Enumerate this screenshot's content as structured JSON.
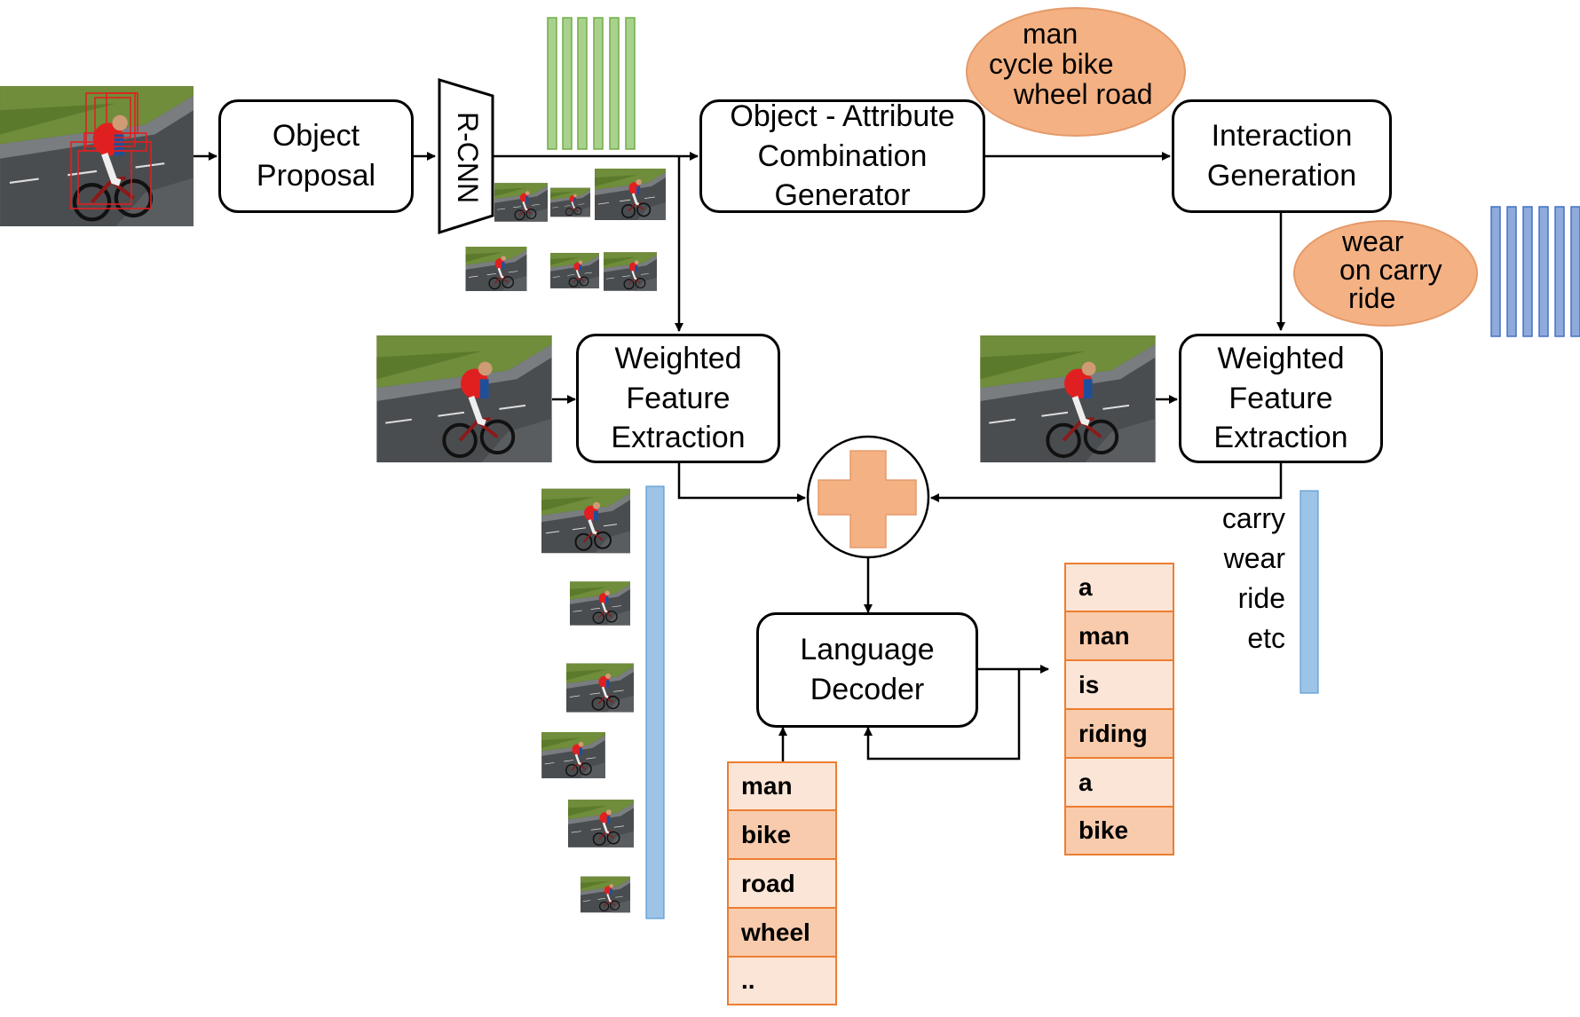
{
  "nodes": {
    "rcnn_label": "R-CNN",
    "object_proposal": "Object\nProposal",
    "combination_generator": "Object - Attribute\nCombination\nGenerator",
    "interaction_generation": "Interaction\nGeneration",
    "weighted_feature_extraction_left": "Weighted\nFeature\nExtraction",
    "weighted_feature_extraction_right": "Weighted\nFeature\nExtraction",
    "language_decoder": "Language\nDecoder"
  },
  "attribute_blob": {
    "line1": "man",
    "line2": "cycle bike",
    "line3": "wheel  road"
  },
  "interaction_blob": {
    "line1": "wear",
    "line2": "on  carry",
    "line3": "ride"
  },
  "interaction_list": [
    "carry",
    "wear",
    "ride",
    "etc"
  ],
  "input_tokens": [
    "man",
    "bike",
    "road",
    "wheel",
    ".."
  ],
  "output_tokens": [
    "a",
    "man",
    "is",
    "riding",
    "a",
    "bike"
  ],
  "colors": {
    "blob_fill": "#f4b183",
    "plus_fill": "#f4b183",
    "token_border": "#ed7d31",
    "token_light": "#fbe5d6",
    "token_dark": "#f8cbad",
    "green_feature": "#a9d18e",
    "blue_feature": "#8faadc",
    "light_blue_feature": "#9dc3e6"
  },
  "icons": {
    "plus": "plus-operator-icon",
    "photo": "cyclist-photo-icon"
  }
}
